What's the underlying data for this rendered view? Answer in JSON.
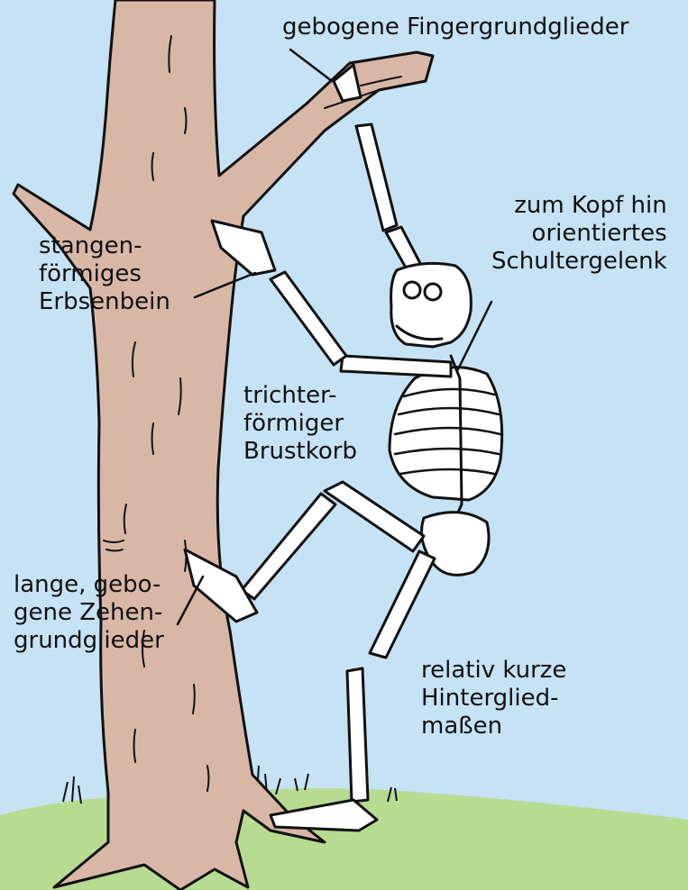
{
  "labels": {
    "finger": [
      "gebogene Fingergrundglieder"
    ],
    "kopf": [
      "zum Kopf hin",
      "orientiertes",
      "Schultergelenk"
    ],
    "erbsen": [
      "stangen-",
      "förmiges",
      "Erbsenbein"
    ],
    "brust": [
      "trichter-",
      "förmiger",
      "Brustkorb"
    ],
    "zehen": [
      "lange, gebo-",
      "gene Zehen-",
      "grundglieder"
    ],
    "hinter": [
      "relativ kurze",
      "Hinterglied-",
      "maßen"
    ]
  },
  "colors": {
    "sky": "#c6e2f5",
    "trunk": "#d9b7a7",
    "grass": "#b7db91",
    "bone": "#ffffff",
    "outline": "#111111"
  }
}
